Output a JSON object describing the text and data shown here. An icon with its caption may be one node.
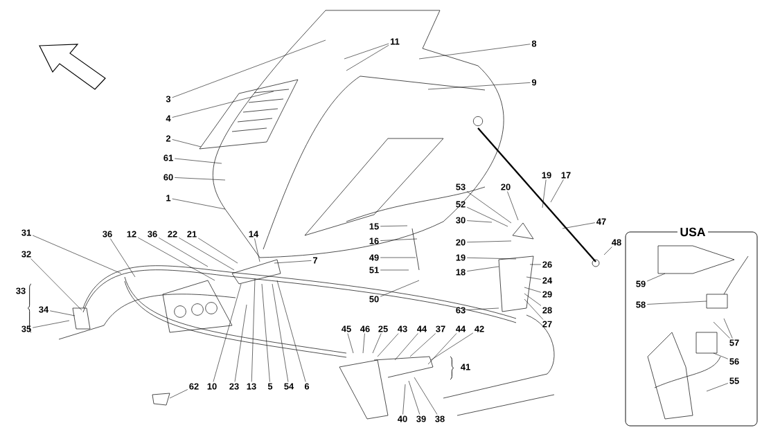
{
  "diagram": {
    "nodes": [
      {
        "text": [
          "3"
        ]
      },
      {
        "text": [
          "4"
        ]
      },
      {
        "text": [
          "2"
        ]
      },
      {
        "text": [
          "61"
        ]
      },
      {
        "text": [
          "60"
        ]
      },
      {
        "text": [
          "1"
        ]
      },
      {
        "text": [
          "11"
        ]
      },
      {
        "text": [
          "8"
        ]
      },
      {
        "text": [
          "9"
        ]
      },
      {
        "text": [
          "53"
        ]
      },
      {
        "text": [
          "20"
        ]
      },
      {
        "text": [
          "19"
        ]
      },
      {
        "text": [
          "17"
        ]
      },
      {
        "text": [
          "52"
        ]
      },
      {
        "text": [
          "30"
        ]
      },
      {
        "text": [
          "20"
        ]
      },
      {
        "text": [
          "47"
        ]
      },
      {
        "text": [
          "48"
        ]
      },
      {
        "text": [
          "15"
        ]
      },
      {
        "text": [
          "16"
        ]
      },
      {
        "text": [
          "49"
        ]
      },
      {
        "text": [
          "51"
        ]
      },
      {
        "text": [
          "50"
        ]
      },
      {
        "text": [
          "19"
        ]
      },
      {
        "text": [
          "18"
        ]
      },
      {
        "text": [
          "26"
        ]
      },
      {
        "text": [
          "24"
        ]
      },
      {
        "text": [
          "29"
        ]
      },
      {
        "text": [
          "28"
        ]
      },
      {
        "text": [
          "27"
        ]
      },
      {
        "text": [
          "63"
        ]
      },
      {
        "text": [
          "31"
        ]
      },
      {
        "text": [
          "32"
        ]
      },
      {
        "text": [
          "34"
        ]
      },
      {
        "text": [
          "35"
        ]
      },
      {
        "text": [
          "36"
        ]
      },
      {
        "text": [
          "12"
        ]
      },
      {
        "text": [
          "36"
        ]
      },
      {
        "text": [
          "22"
        ]
      },
      {
        "text": [
          "21"
        ]
      },
      {
        "text": [
          "14"
        ]
      },
      {
        "text": [
          "7"
        ]
      },
      {
        "text": [
          "10"
        ]
      },
      {
        "text": [
          "23"
        ]
      },
      {
        "text": [
          "13"
        ]
      },
      {
        "text": [
          "5"
        ]
      },
      {
        "text": [
          "54"
        ]
      },
      {
        "text": [
          "6"
        ]
      },
      {
        "text": [
          "45"
        ]
      },
      {
        "text": [
          "46"
        ]
      },
      {
        "text": [
          "25"
        ]
      },
      {
        "text": [
          "43"
        ]
      },
      {
        "text": [
          "44"
        ]
      },
      {
        "text": [
          "37"
        ]
      },
      {
        "text": [
          "44"
        ]
      },
      {
        "text": [
          "42"
        ]
      },
      {
        "text": [
          "40"
        ]
      },
      {
        "text": [
          "39"
        ]
      },
      {
        "text": [
          "38"
        ]
      },
      {
        "text": [
          "62"
        ]
      },
      {
        "text": [
          "USA"
        ]
      },
      {
        "text": [
          "59"
        ],
        "in": 60
      },
      {
        "text": [
          "58"
        ],
        "in": 60
      },
      {
        "text": [
          "57"
        ],
        "in": 60
      },
      {
        "text": [
          "56"
        ],
        "in": 60
      },
      {
        "text": [
          "55"
        ],
        "in": 60
      }
    ],
    "edges": [
      {
        "from": 0,
        "to": null,
        "arrow": "none"
      },
      {
        "from": 1,
        "to": null,
        "arrow": "none"
      },
      {
        "from": 2,
        "to": null,
        "arrow": "none"
      },
      {
        "from": 3,
        "to": null,
        "arrow": "none"
      },
      {
        "from": 4,
        "to": null,
        "arrow": "none"
      },
      {
        "from": 5,
        "to": null,
        "arrow": "none"
      },
      {
        "from": 6,
        "to": null,
        "arrow": "none"
      },
      {
        "from": 6,
        "to": null,
        "arrow": "none"
      },
      {
        "from": 7,
        "to": null,
        "arrow": "none"
      },
      {
        "from": 8,
        "to": null,
        "arrow": "none"
      },
      {
        "from": 9,
        "to": null,
        "arrow": "none"
      },
      {
        "from": 10,
        "to": null,
        "arrow": "none"
      },
      {
        "from": 11,
        "to": null,
        "arrow": "none"
      },
      {
        "from": 12,
        "to": null,
        "arrow": "none"
      },
      {
        "from": 13,
        "to": null,
        "arrow": "none"
      },
      {
        "from": 14,
        "to": null,
        "arrow": "none"
      },
      {
        "from": 15,
        "to": null,
        "arrow": "none"
      },
      {
        "from": 16,
        "to": null,
        "arrow": "none"
      },
      {
        "from": 17,
        "to": null,
        "arrow": "none"
      },
      {
        "from": 18,
        "to": null,
        "arrow": "none"
      },
      {
        "from": 19,
        "to": null,
        "arrow": "none"
      },
      {
        "from": 20,
        "to": null,
        "arrow": "none"
      },
      {
        "from": 21,
        "to": null,
        "arrow": "none"
      },
      {
        "from": 22,
        "to": null,
        "arrow": "none"
      },
      {
        "from": 23,
        "to": null,
        "arrow": "none"
      },
      {
        "from": 24,
        "to": null,
        "arrow": "none"
      },
      {
        "from": 25,
        "to": null,
        "arrow": "none"
      },
      {
        "from": 26,
        "to": null,
        "arrow": "none"
      },
      {
        "from": 27,
        "to": null,
        "arrow": "none"
      },
      {
        "from": 28,
        "to": null,
        "arrow": "none"
      },
      {
        "from": 29,
        "to": null,
        "arrow": "none"
      },
      {
        "from": 30,
        "to": null,
        "arrow": "none"
      },
      {
        "from": 31,
        "to": null,
        "arrow": "none"
      },
      {
        "from": 32,
        "to": null,
        "arrow": "none"
      },
      {
        "from": 33,
        "to": null,
        "arrow": "none"
      },
      {
        "from": 34,
        "to": null,
        "arrow": "none"
      },
      {
        "from": 35,
        "to": null,
        "arrow": "none"
      },
      {
        "from": 36,
        "to": null,
        "arrow": "none"
      },
      {
        "from": 37,
        "to": null,
        "arrow": "none"
      },
      {
        "from": 38,
        "to": null,
        "arrow": "none"
      },
      {
        "from": 39,
        "to": null,
        "arrow": "none"
      },
      {
        "from": 40,
        "to": null,
        "arrow": "none"
      },
      {
        "from": 41,
        "to": null,
        "arrow": "none"
      },
      {
        "from": 42,
        "to": null,
        "arrow": "none"
      },
      {
        "from": 43,
        "to": null,
        "arrow": "none"
      },
      {
        "from": 44,
        "to": null,
        "arrow": "none"
      },
      {
        "from": 45,
        "to": null,
        "arrow": "none"
      },
      {
        "from": 46,
        "to": null,
        "arrow": "none"
      },
      {
        "from": 47,
        "to": null,
        "arrow": "none"
      },
      {
        "from": 48,
        "to": null,
        "arrow": "none"
      },
      {
        "from": 49,
        "to": null,
        "arrow": "none"
      },
      {
        "from": 50,
        "to": null,
        "arrow": "none"
      },
      {
        "from": 51,
        "to": null,
        "arrow": "none"
      },
      {
        "from": 52,
        "to": null,
        "arrow": "none"
      },
      {
        "from": 53,
        "to": null,
        "arrow": "none"
      },
      {
        "from": 54,
        "to": null,
        "arrow": "none"
      },
      {
        "from": 55,
        "to": null,
        "arrow": "none"
      },
      {
        "from": 56,
        "to": null,
        "arrow": "none"
      },
      {
        "from": 57,
        "to": null,
        "arrow": "none"
      },
      {
        "from": 58,
        "to": null,
        "arrow": "none"
      },
      {
        "from": 59,
        "to": null,
        "arrow": "none"
      },
      {
        "from": 61,
        "to": null,
        "arrow": "none"
      },
      {
        "from": 62,
        "to": null,
        "arrow": "none"
      },
      {
        "from": 63,
        "to": null,
        "arrow": "none"
      },
      {
        "from": 63,
        "to": null,
        "arrow": "none"
      },
      {
        "from": 64,
        "to": null,
        "arrow": "none"
      },
      {
        "from": 65,
        "to": null,
        "arrow": "none"
      }
    ],
    "labels": [
      "33",
      "41"
    ]
  }
}
